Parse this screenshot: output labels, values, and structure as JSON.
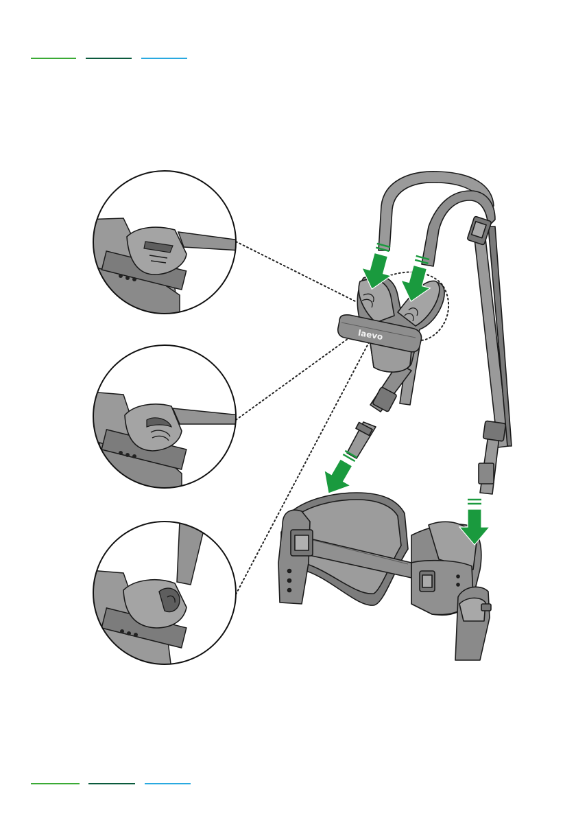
{
  "colors": {
    "accent_green": "#3aaa35",
    "accent_dark_green": "#0a5a3c",
    "accent_blue": "#29a9e0",
    "arrow_green": "#1a9a3e",
    "part_fill": "#8e8e8e",
    "part_light": "#b3b3b3",
    "part_dark": "#6a6a6a",
    "outline": "#1a1a1a"
  },
  "header_rules": [
    "accent_green",
    "accent_dark_green",
    "accent_blue"
  ],
  "footer_rules": [
    "accent_green",
    "accent_dark_green",
    "accent_blue"
  ],
  "illustration": {
    "brand_mark": "laevo",
    "detail_views": [
      "strap-hook-step-1",
      "strap-hook-step-2",
      "strap-hook-step-3"
    ],
    "arrows": [
      "arrow-into-left-chest-pad",
      "arrow-into-right-chest-pad",
      "arrow-into-left-belt",
      "arrow-into-right-belt"
    ],
    "icons": [
      "harness-illustration",
      "detail-zoom-icon"
    ]
  }
}
